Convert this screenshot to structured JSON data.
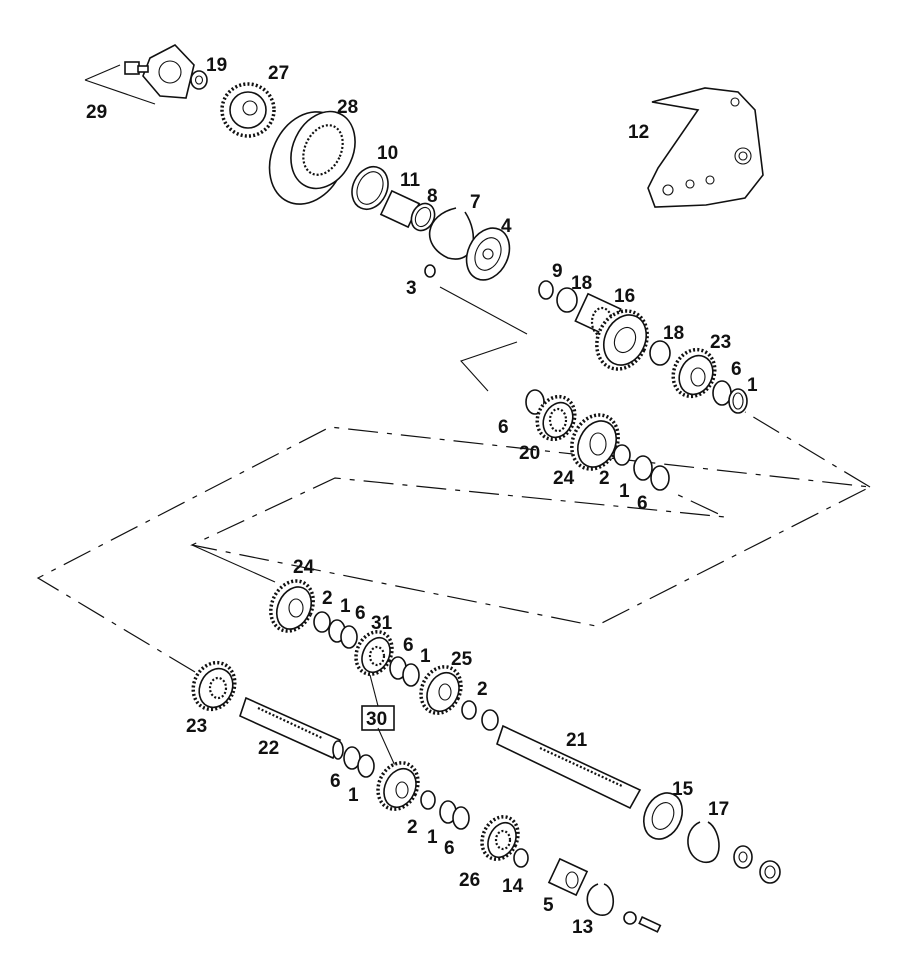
{
  "part_labels": [
    "29",
    "19",
    "27",
    "28",
    "10",
    "11",
    "8",
    "7",
    "4",
    "3",
    "12",
    "9",
    "18",
    "16",
    "18",
    "23",
    "6",
    "1",
    "6",
    "20",
    "24",
    "2",
    "1",
    "6",
    "24",
    "2",
    "1",
    "6",
    "31",
    "6",
    "1",
    "25",
    "2",
    "30",
    "23",
    "22",
    "21",
    "6",
    "1",
    "2",
    "1",
    "6",
    "15",
    "17",
    "26",
    "14",
    "5",
    "13"
  ],
  "highlighted_label_index": 33
}
